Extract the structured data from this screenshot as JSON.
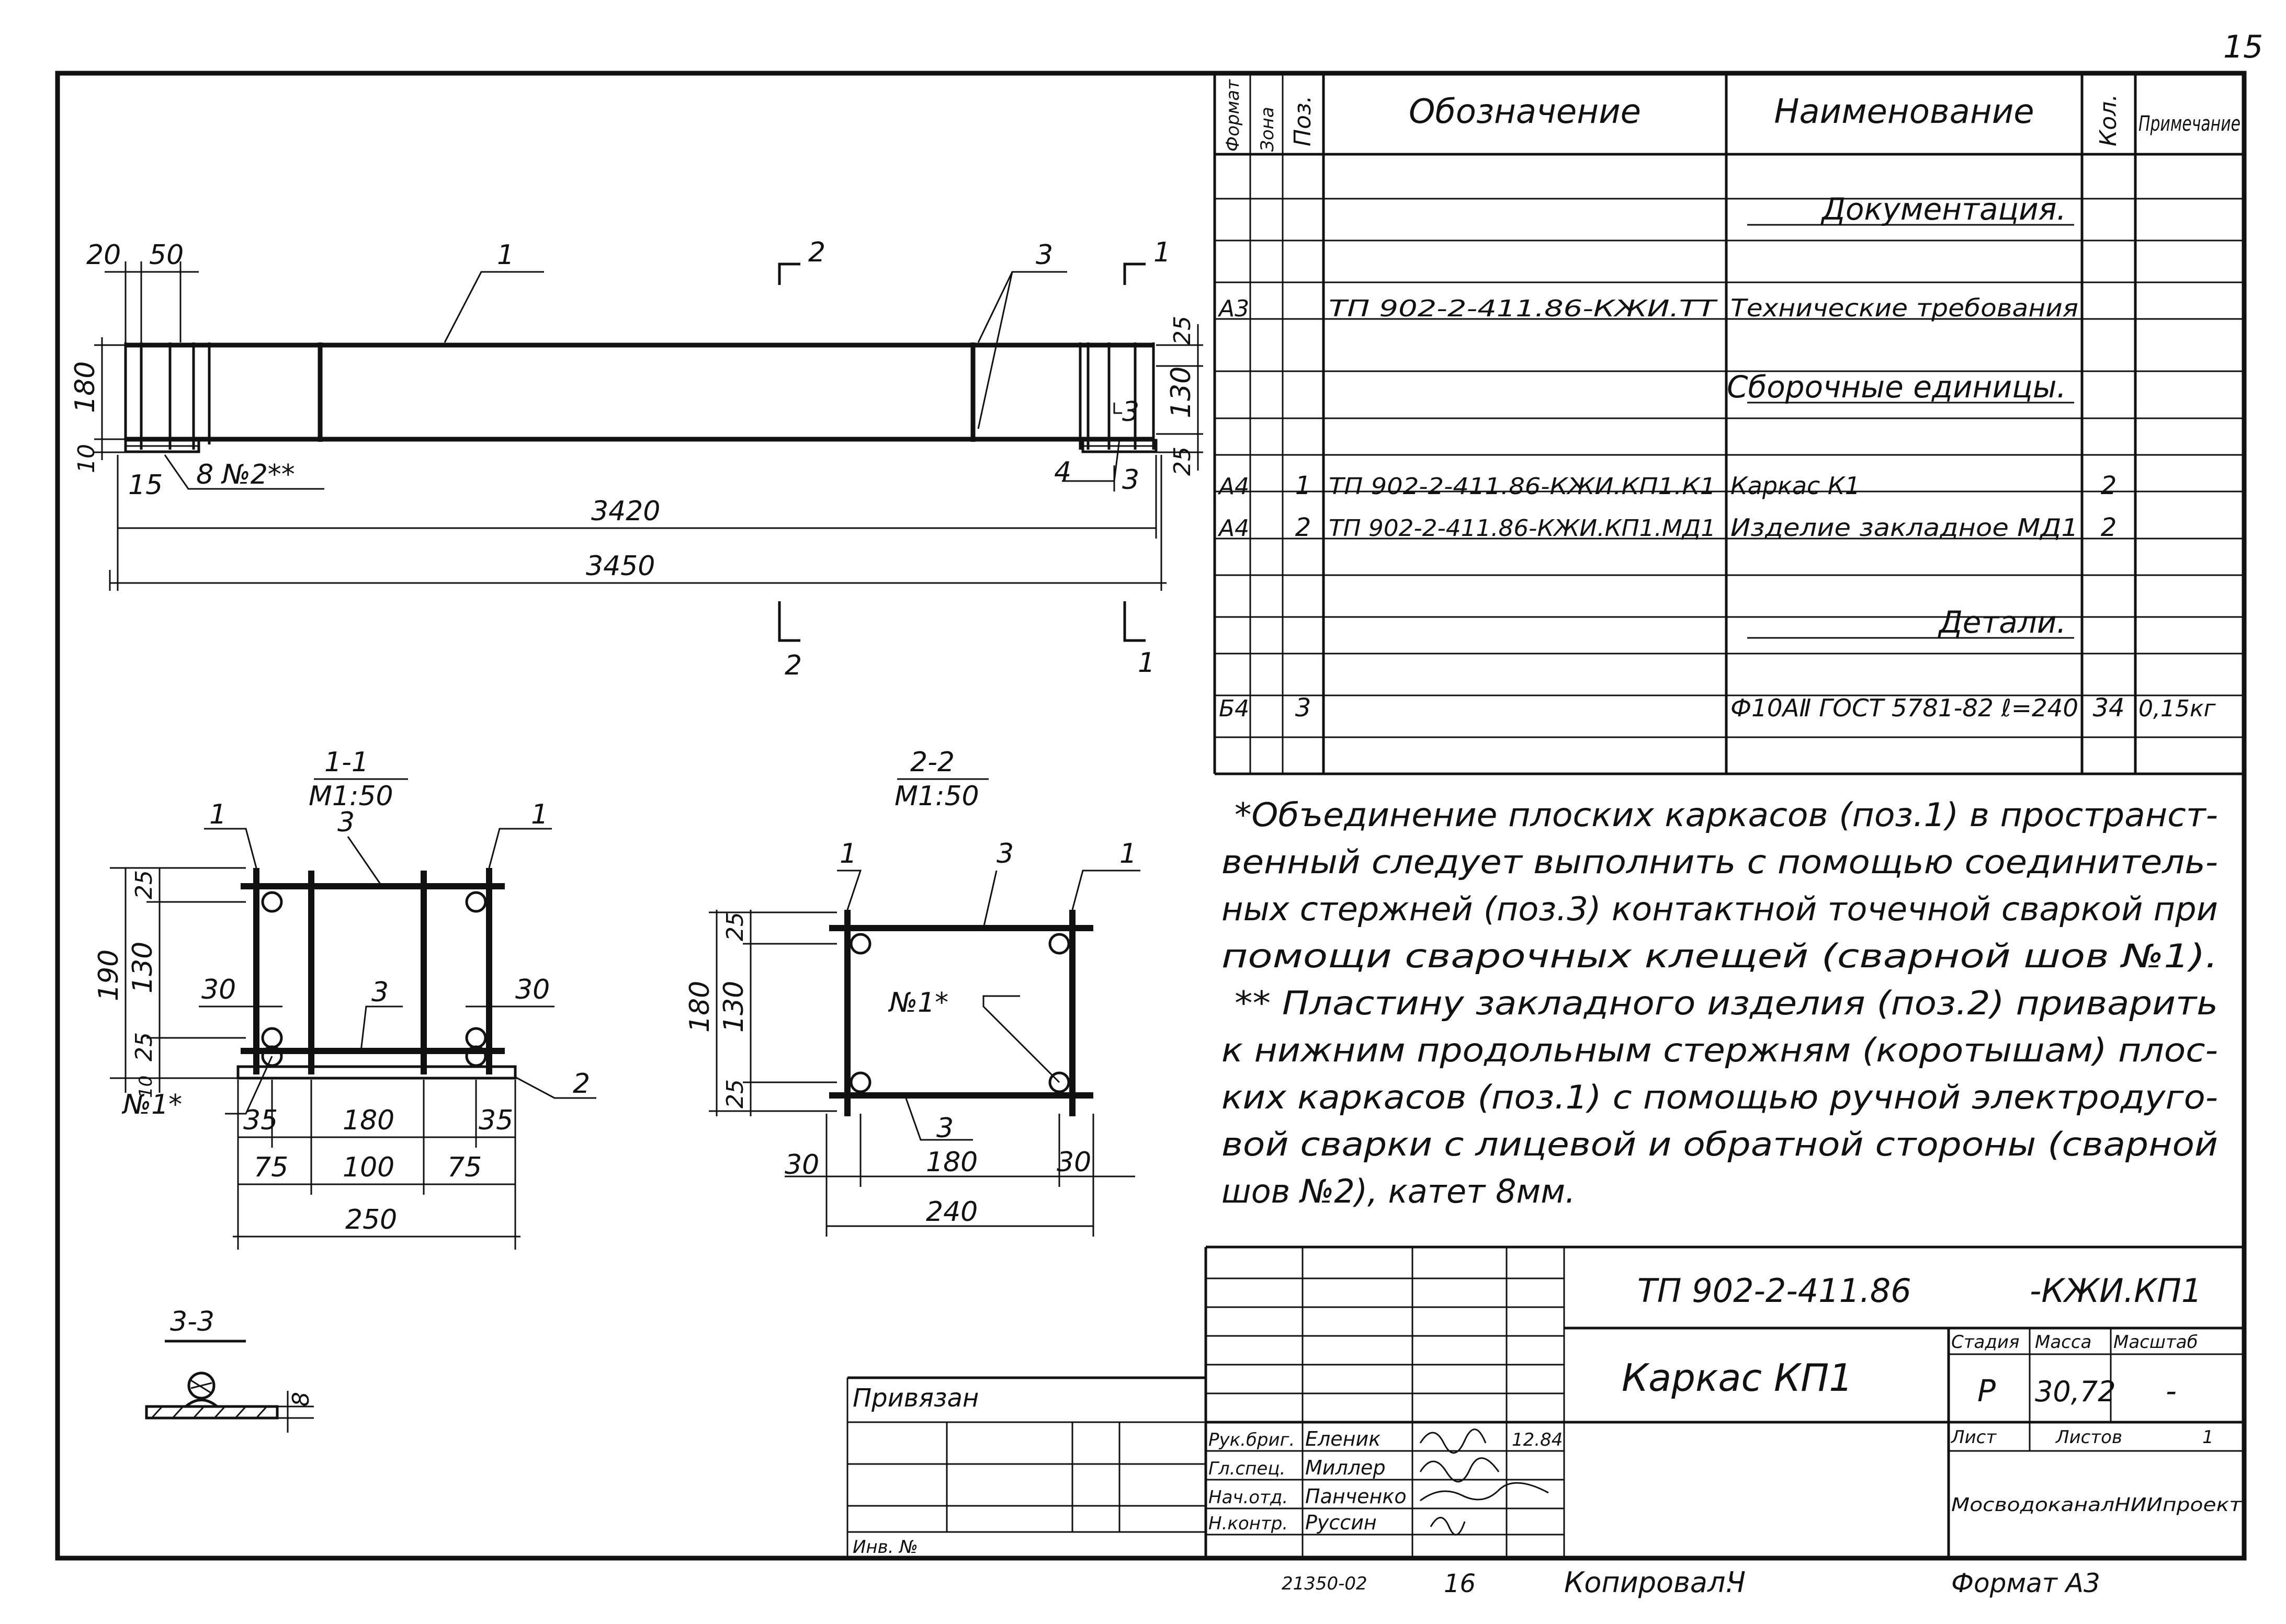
{
  "sheet": {
    "page_number": "15",
    "copied_label": "Копировал:",
    "copied_sign": "Ч",
    "inventory_number": "21350-02",
    "sheet_number": "16",
    "format_label": "Формат А3"
  },
  "spec": {
    "headers": {
      "format": "Формат",
      "zone": "Зона",
      "pos": "Поз.",
      "designation": "Обозначение",
      "name": "Наименование",
      "qty": "Кол.",
      "note": "Примечание"
    },
    "rows": [
      {
        "format": "",
        "pos": "",
        "designation": "",
        "name": "Документация.",
        "qty": "",
        "note": ""
      },
      {
        "format": "А3",
        "pos": "",
        "designation": "ТП 902-2-411.86-КЖИ.ТТ",
        "name": "Технические требования",
        "qty": "",
        "note": ""
      },
      {
        "format": "",
        "pos": "",
        "designation": "",
        "name": "Сборочные единицы.",
        "qty": "",
        "note": ""
      },
      {
        "format": "А4",
        "pos": "1",
        "designation": "ТП 902-2-411.86-КЖИ.КП1.К1",
        "name": "Каркас К1",
        "qty": "2",
        "note": ""
      },
      {
        "format": "А4",
        "pos": "2",
        "designation": "ТП 902-2-411.86-КЖИ.КП1.МД1",
        "name": "Изделие закладное МД1",
        "qty": "2",
        "note": ""
      },
      {
        "format": "",
        "pos": "",
        "designation": "",
        "name": "Детали.",
        "qty": "",
        "note": ""
      },
      {
        "format": "Б4",
        "pos": "3",
        "designation": "",
        "name": "Ф10АⅡ ГОСТ 5781-82 ℓ=240",
        "qty": "34",
        "note": "0,15кг"
      }
    ]
  },
  "notes": [
    "*Объединение плоских каркасов (поз.1) в пространст-",
    "венный следует выполнить с помощью соединитель-",
    "ных стержней (поз.3) контактной точечной сваркой при",
    "помощи сварочных клещей (сварной шов №1).",
    "** Пластину закладного изделия (поз.2) приварить",
    "к нижним продольным стержням (коротышам) плос-",
    "ких каркасов (поз.1) с помощью ручной электродуго-",
    "вой сварки с лицевой и обратной стороны (сварной",
    "шов №2), катет 8мм."
  ],
  "title_block": {
    "project_code": "ТП 902-2-411.86",
    "doc_code": "-КЖИ.КП1",
    "title": "Каркас КП1",
    "stage_label": "Стадия",
    "mass_label": "Масса",
    "scale_label": "Масштаб",
    "stage_value": "Р",
    "mass_value": "30,72",
    "scale_value": "-",
    "sheet_label": "Лист",
    "sheets_label": "Листов",
    "sheets_value": "1",
    "organization": "МосводоканалНИИпроект",
    "bound_label": "Привязан",
    "inv_label": "Инв. №",
    "staff": [
      {
        "role": "Рук.бриг.",
        "name": "Еленик",
        "date": "12.84"
      },
      {
        "role": "Гл.спец.",
        "name": "Миллер",
        "date": ""
      },
      {
        "role": "Нач.отд.",
        "name": "Панченко",
        "date": ""
      },
      {
        "role": "Н.контр.",
        "name": "Руссин",
        "date": ""
      }
    ]
  },
  "elevation": {
    "labels": {
      "d20": "20",
      "d50": "50",
      "d180": "180",
      "d10": "10",
      "d15": "15",
      "d25a": "25",
      "d130": "130",
      "d25b": "25",
      "d3420": "3420",
      "d3450": "3450",
      "pos1": "1",
      "pos3": "3",
      "pos3b": "3",
      "pos3c": "3",
      "pos4": "4",
      "cut2": "2",
      "cut1": "1",
      "cut2b": "2",
      "cut1b": "1",
      "callout": "8 №2**"
    }
  },
  "section_11": {
    "labels": {
      "title": "1-1",
      "scale": "М1:50",
      "p1a": "1",
      "p1b": "1",
      "p3a": "3",
      "p3b": "3",
      "p2": "2",
      "d190": "190",
      "d25a": "25",
      "d130": "130",
      "d25b": "25",
      "d10": "10",
      "d30a": "30",
      "d30b": "30",
      "d35a": "35",
      "d180": "180",
      "d35b": "35",
      "d75a": "75",
      "d100": "100",
      "d75b": "75",
      "d250": "250",
      "weld": "№1*"
    }
  },
  "section_22": {
    "labels": {
      "title": "2-2",
      "scale": "М1:50",
      "p1a": "1",
      "p1b": "1",
      "p3a": "3",
      "p3b": "3",
      "d180": "180",
      "d25a": "25",
      "d130": "130",
      "d25b": "25",
      "d30a": "30",
      "d180h": "180",
      "d30b": "30",
      "d240": "240",
      "weld": "№1*"
    }
  },
  "section_33": {
    "labels": {
      "title": "3-3",
      "d8": "8"
    }
  }
}
